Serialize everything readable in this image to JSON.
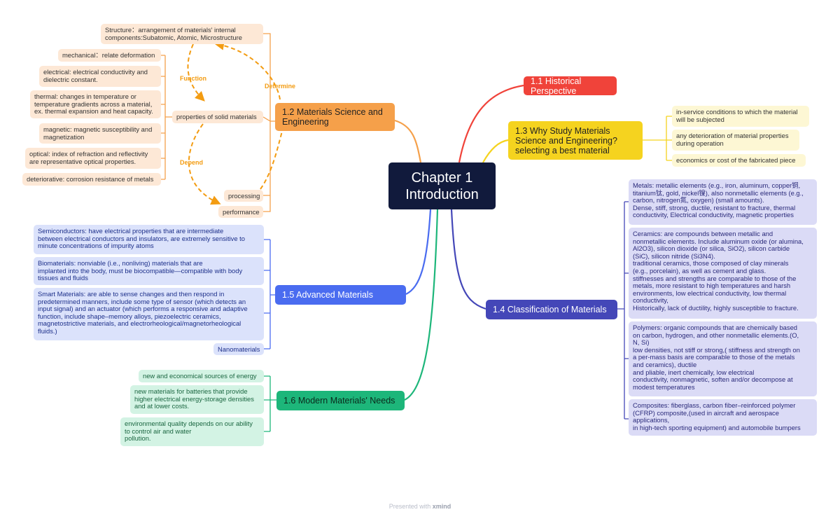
{
  "center": "Chapter 1\nIntroduction",
  "t1_1": "1.1 Historical Perspective",
  "t1_2": "1.2 Materials Science and Engineering",
  "t1_3": "1.3 Why Study Materials Science and Engineering? selecting a best material",
  "t1_4": "1.4 Classification of Materials",
  "t1_5": "1.5 Advanced Materials",
  "t1_6": "1.6 Modern Materials' Needs",
  "s12": {
    "structure": "Structure：arrangement of materials' internal components:Subatomic, Atomic, Microstructure",
    "properties": "properties of solid materials",
    "processing": "processing",
    "performance": "performance",
    "mechanical": "mechanical：relate deformation",
    "electrical": "electrical:  electrical conductivity and\ndielectric constant.",
    "thermal": "thermal: changes in temperature or\ntemperature gradients across a material,\nex. thermal expansion and heat capacity.",
    "magnetic": "magnetic: magnetic susceptibility and\nmagnetization",
    "optical": "optical: index of refraction and reflectivity\nare representative optical properties.",
    "deteriorative": "deteriorative: corrosion resistance of metals",
    "rel_function": "Function",
    "rel_determine": "Determine",
    "rel_depend": "Depend"
  },
  "s13": [
    "in-service conditions to which the material\nwill be subjected",
    "any deterioration of material properties\nduring operation",
    "economics or cost of the fabricated piece"
  ],
  "s14": {
    "metals": "Metals: metallic elements (e.g., iron, aluminum, copper铜,\ntitanium钛, gold, nickel镍), also nonmetallic elements (e.g.,\ncarbon, nitrogen氮, oxygen) (small amounts).\nDense, stiff, strong, ductile, resistant to fracture, thermal\nconductivity, Electrical conductivity,  magnetic properties",
    "ceramics": "Ceramics: are compounds between metallic and\nnonmetallic elements. Include aluminum oxide (or alumina,\nAl2O3), silicon dioxide (or silica, SiO2), silicon carbide\n(SiC), silicon nitride (Si3N4).\n traditional ceramics, those composed of clay minerals\n(e.g., porcelain), as well as cement and glass.\nstiffnesses and strengths are comparable to those of the\nmetals, more resistant to high temperatures and harsh\nenvironments,  low electrical conductivity, low thermal\nconductivity,\n Historically, lack of ductility, highly susceptible to fracture.",
    "polymers": "Polymers:  organic compounds that are chemically based\non carbon, hydrogen, and other nonmetallic elements.(O,\nN, Si)\nlow densities,  not stiff or strong,( stiffness and strength on\na per-mass basis are comparable to those of the metals\nand ceramics), ductile\nand pliable, inert chemically, low electrical\nconductivity, nonmagnetic, soften and/or decompose at\nmodest temperatures",
    "composites": "Composites: fiberglass, carbon fiber–reinforced polymer\n(CFRP) composite,(used in aircraft and aerospace\napplications,\n in high-tech sporting equipment) and automobile bumpers"
  },
  "s15": {
    "semiconductors": "Semiconductors: have electrical properties that are intermediate\nbetween electrical conductors and insulators,  are extremely sensitive to\nminute concentrations of impurity atoms",
    "biomaterials": "Biomaterials: nonviable (i.e., nonliving) materials that are\nimplanted into the body, must be biocompatible—compatible with body\ntissues and fluids",
    "smart": "Smart Materials: are able to sense changes and then respond in\npredetermined manners, include some type of sensor (which detects an\ninput signal) and an actuator (which performs a responsive and adaptive\nfunction, include shape–memory alloys, piezoelectric ceramics,\nmagnetostrictive materials, and electrorheological/magnetorheological\nfluids.)",
    "nano": "Nanomaterials"
  },
  "s16": [
    "new and economical sources of energy",
    "new materials for batteries that provide\nhigher electrical energy-storage densities\nand at lower costs.",
    "environmental quality depends on our ability\nto control air and water\npollution."
  ],
  "footer_pre": "Presented with",
  "footer_brand": "xmind",
  "colors": {
    "center": "#111a3c",
    "historical": "#f0433a",
    "mse": "#f5a04a",
    "why": "#f5d31f",
    "classification": "#4447b8",
    "advanced": "#4a6cf0",
    "modern": "#1db67a"
  }
}
